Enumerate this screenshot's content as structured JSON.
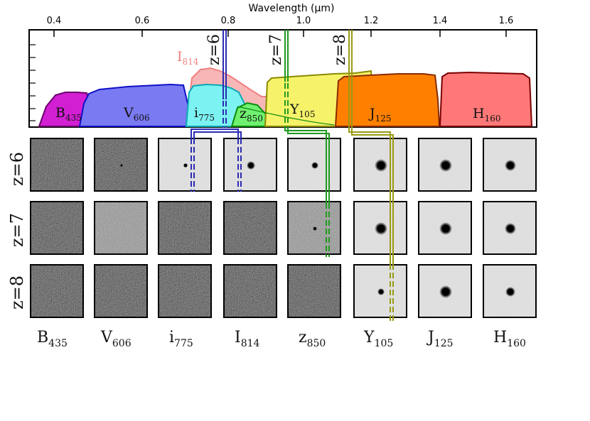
{
  "figure": {
    "axis_label": "Wavelength (μm)",
    "ticks": [
      "0.4",
      "0.6",
      "0.8",
      "1.0",
      "1.2",
      "1.4",
      "1.6"
    ],
    "filters": [
      {
        "id": "b435",
        "name": "B",
        "sub": "435",
        "fill": "#d21fd2",
        "stroke": "#6a006a"
      },
      {
        "id": "v606",
        "name": "V",
        "sub": "606",
        "fill": "#7a7af2",
        "stroke": "#1010c8"
      },
      {
        "id": "i775",
        "name": "i",
        "sub": "775",
        "fill": "#7df2f2",
        "stroke": "#0aa9b6"
      },
      {
        "id": "i814",
        "name": "I",
        "sub": "814",
        "fill": "#f7b7b7",
        "stroke": "#f08080"
      },
      {
        "id": "z850",
        "name": "z",
        "sub": "850",
        "fill": "#6ff06f",
        "stroke": "#0a8a0a"
      },
      {
        "id": "y105",
        "name": "Y",
        "sub": "105",
        "fill": "#f6f36a",
        "stroke": "#8a8a00"
      },
      {
        "id": "j125",
        "name": "J",
        "sub": "125",
        "fill": "#ff8000",
        "stroke": "#8a2a00"
      },
      {
        "id": "h160",
        "name": "H",
        "sub": "160",
        "fill": "#ff7878",
        "stroke": "#7a0000"
      }
    ],
    "redshifts": [
      {
        "id": "z6",
        "label": "z=6",
        "color": "#2a2ab4"
      },
      {
        "id": "z7",
        "label": "z=7",
        "color": "#1f9a1f"
      },
      {
        "id": "z8",
        "label": "z=8",
        "color": "#9a9a14"
      }
    ],
    "stamp_labels": [
      "B",
      "V",
      "i",
      "I",
      "z",
      "Y",
      "J",
      "H"
    ],
    "stamp_subs": [
      "435",
      "606",
      "775",
      "814",
      "850",
      "105",
      "125",
      "160"
    ]
  }
}
